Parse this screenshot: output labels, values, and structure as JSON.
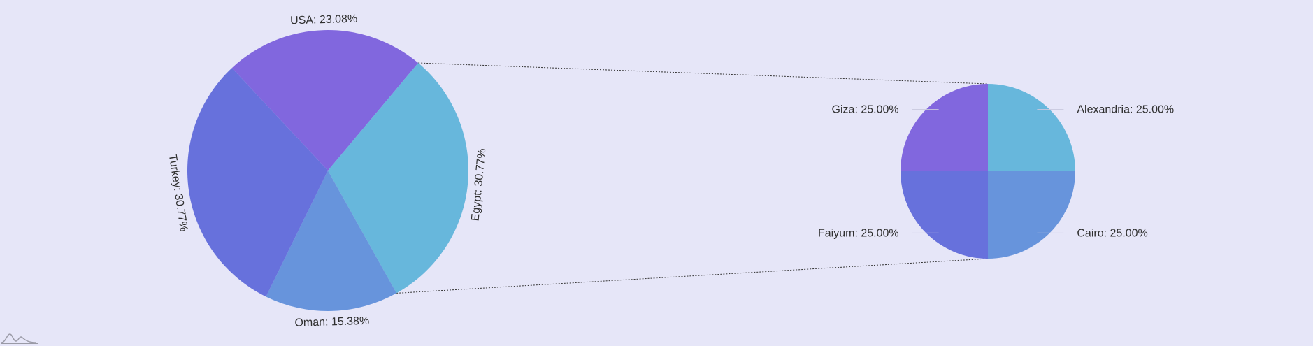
{
  "chart_data": [
    {
      "type": "pie",
      "slices": [
        {
          "name": "USA",
          "percent": 23.08,
          "label": "USA: 23.08%",
          "color": "#8167de"
        },
        {
          "name": "Egypt",
          "percent": 30.77,
          "label": "Egypt: 30.77%",
          "color": "#67b7dc"
        },
        {
          "name": "Oman",
          "percent": 15.38,
          "label": "Oman: 15.38%",
          "color": "#6794dc"
        },
        {
          "name": "Turkey",
          "percent": 30.77,
          "label": "Turkey: 30.77%",
          "color": "#6771dc"
        }
      ]
    },
    {
      "type": "pie",
      "slices": [
        {
          "name": "Alexandria",
          "percent": 25.0,
          "label": "Alexandria: 25.00%",
          "color": "#67b7dc"
        },
        {
          "name": "Cairo",
          "percent": 25.0,
          "label": "Cairo: 25.00%",
          "color": "#6794dc"
        },
        {
          "name": "Faiyum",
          "percent": 25.0,
          "label": "Faiyum: 25.00%",
          "color": "#6771dc"
        },
        {
          "name": "Giza",
          "percent": 25.0,
          "label": "Giza: 25.00%",
          "color": "#8167de"
        }
      ]
    }
  ],
  "background_color": "#e6e6f8",
  "logo": {
    "icon": "amcharts-logo-icon"
  }
}
